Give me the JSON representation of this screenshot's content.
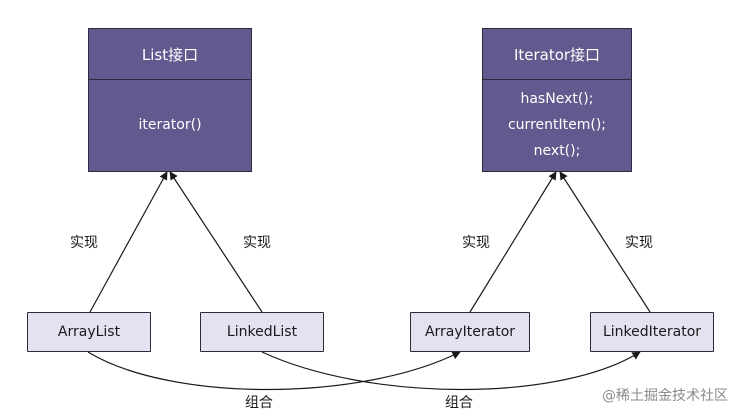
{
  "list_interface": {
    "title": "List接口",
    "methods": [
      "iterator()"
    ]
  },
  "iterator_interface": {
    "title": "Iterator接口",
    "methods": [
      "hasNext();",
      "currentItem();",
      "next();"
    ]
  },
  "classes": {
    "array_list": "ArrayList",
    "linked_list": "LinkedList",
    "array_iterator": "ArrayIterator",
    "linked_iterator": "LinkedIterator"
  },
  "labels": {
    "implements": "实现",
    "composition": "组合"
  },
  "watermark": "@稀土掘金技术社区",
  "colors": {
    "interface_fill": "#625a8e",
    "class_fill": "#e6e1f0",
    "line": "#1a1a1a"
  }
}
